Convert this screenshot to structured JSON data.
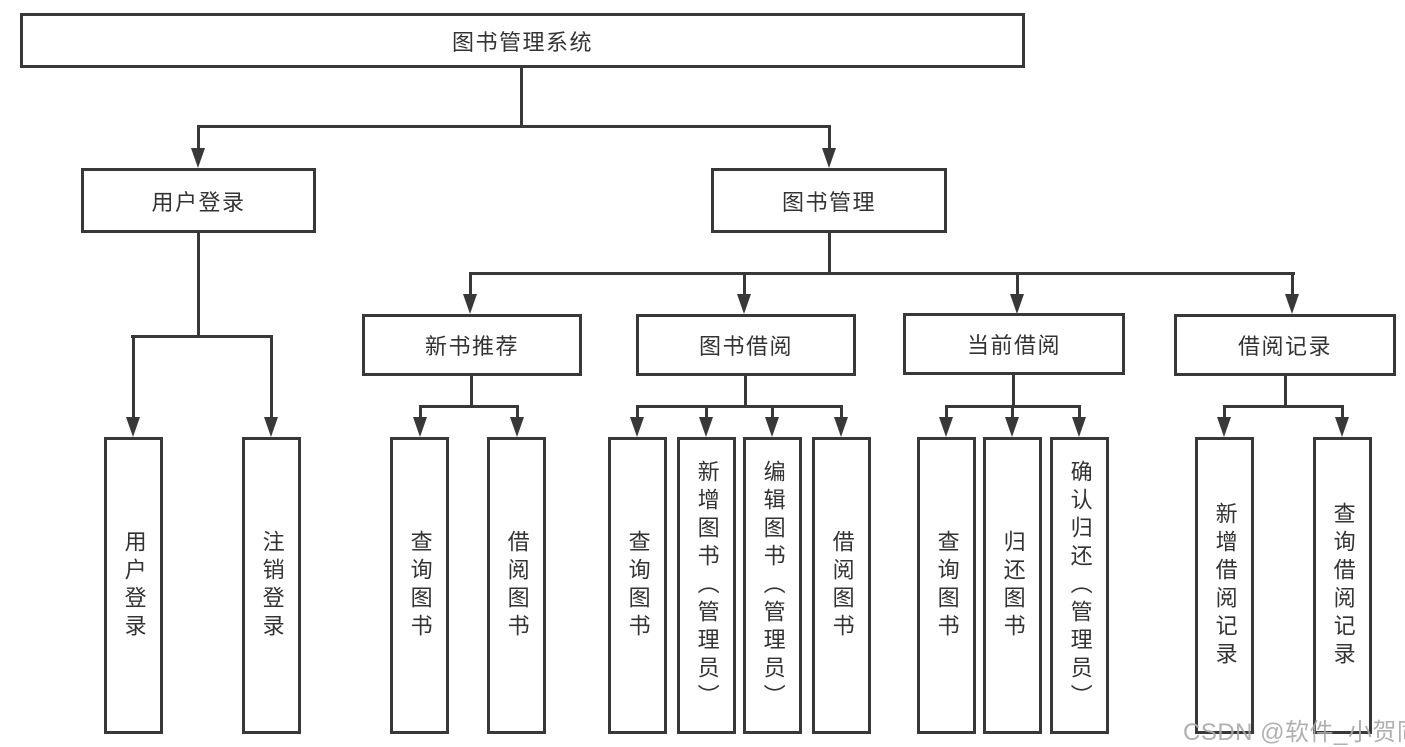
{
  "root_label": "图书管理系统",
  "branches": {
    "user_login": {
      "label": "用户登录",
      "children": [
        "用户登录",
        "注销登录"
      ]
    },
    "book_management": {
      "label": "图书管理"
    }
  },
  "modules": {
    "new_book_recommendation": {
      "label": "新书推荐",
      "children": [
        "查询图书",
        "借阅图书"
      ]
    },
    "book_borrowing": {
      "label": "图书借阅",
      "children": [
        "查询图书",
        "新增图书（管理员）",
        "编辑图书（管理员）",
        "借阅图书"
      ]
    },
    "current_borrowing": {
      "label": "当前借阅",
      "children": [
        "查询图书",
        "归还图书",
        "确认归还（管理员）"
      ]
    },
    "borrowing_records": {
      "label": "借阅记录",
      "children": [
        "新增借阅记录",
        "查询借阅记录"
      ]
    }
  },
  "watermark": "CSDN @软件_小贺同学",
  "colors": {
    "line": "#383838",
    "text": "#333333",
    "watermark": "#a9a9a9",
    "background": "#ffffff"
  }
}
